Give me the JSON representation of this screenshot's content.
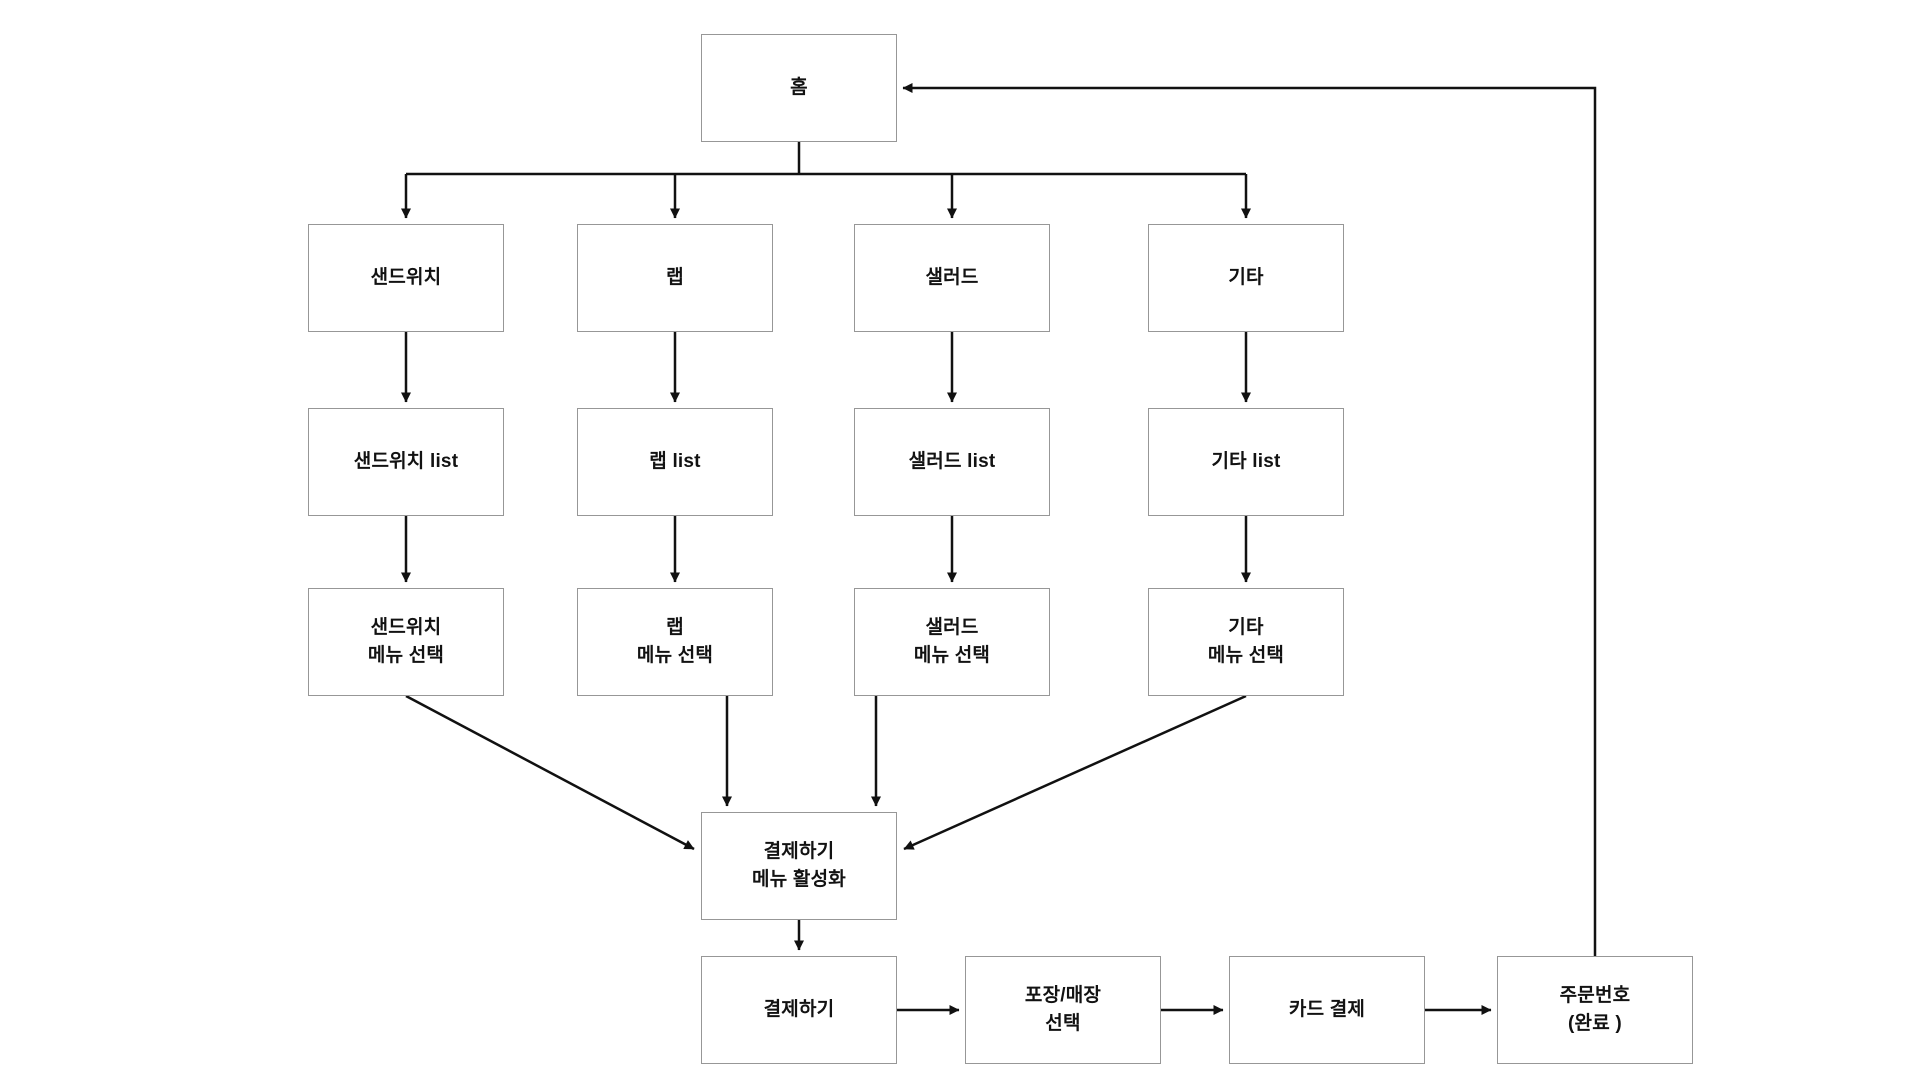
{
  "diagram": {
    "type": "flowchart",
    "language": "ko",
    "colors": {
      "background": "#ffffff",
      "box_fill": "#ffffff",
      "box_border": "#979797",
      "arrow": "#111111",
      "text": "#121212"
    },
    "nodes": {
      "home": {
        "label": "홈"
      },
      "sandwich": {
        "label": "샌드위치"
      },
      "wrap": {
        "label": "랩"
      },
      "salad": {
        "label": "샐러드"
      },
      "etc": {
        "label": "기타"
      },
      "sandwich_list": {
        "label": "샌드위치 list"
      },
      "wrap_list": {
        "label": "랩 list"
      },
      "salad_list": {
        "label": "샐러드 list"
      },
      "etc_list": {
        "label": "기타 list"
      },
      "sandwich_select": {
        "label": "샌드위치\n메뉴 선택"
      },
      "wrap_select": {
        "label": "랩\n메뉴 선택"
      },
      "salad_select": {
        "label": "샐러드\n메뉴 선택"
      },
      "etc_select": {
        "label": "기타\n메뉴 선택"
      },
      "payment_activate": {
        "label": "결제하기\n메뉴 활성화"
      },
      "checkout": {
        "label": "결제하기"
      },
      "packaging": {
        "label": "포장/매장\n선택"
      },
      "card_payment": {
        "label": "카드 결제"
      },
      "order_number": {
        "label": "주문번호\n(완료 )"
      }
    },
    "edges": [
      "home -> sandwich",
      "home -> wrap",
      "home -> salad",
      "home -> etc",
      "sandwich -> sandwich_list",
      "wrap -> wrap_list",
      "salad -> salad_list",
      "etc -> etc_list",
      "sandwich_list -> sandwich_select",
      "wrap_list -> wrap_select",
      "salad_list -> salad_select",
      "etc_list -> etc_select",
      "sandwich_select -> payment_activate",
      "wrap_select -> payment_activate",
      "salad_select -> payment_activate",
      "etc_select -> payment_activate",
      "payment_activate -> checkout",
      "checkout -> packaging",
      "packaging -> card_payment",
      "card_payment -> order_number",
      "order_number -> home"
    ]
  }
}
